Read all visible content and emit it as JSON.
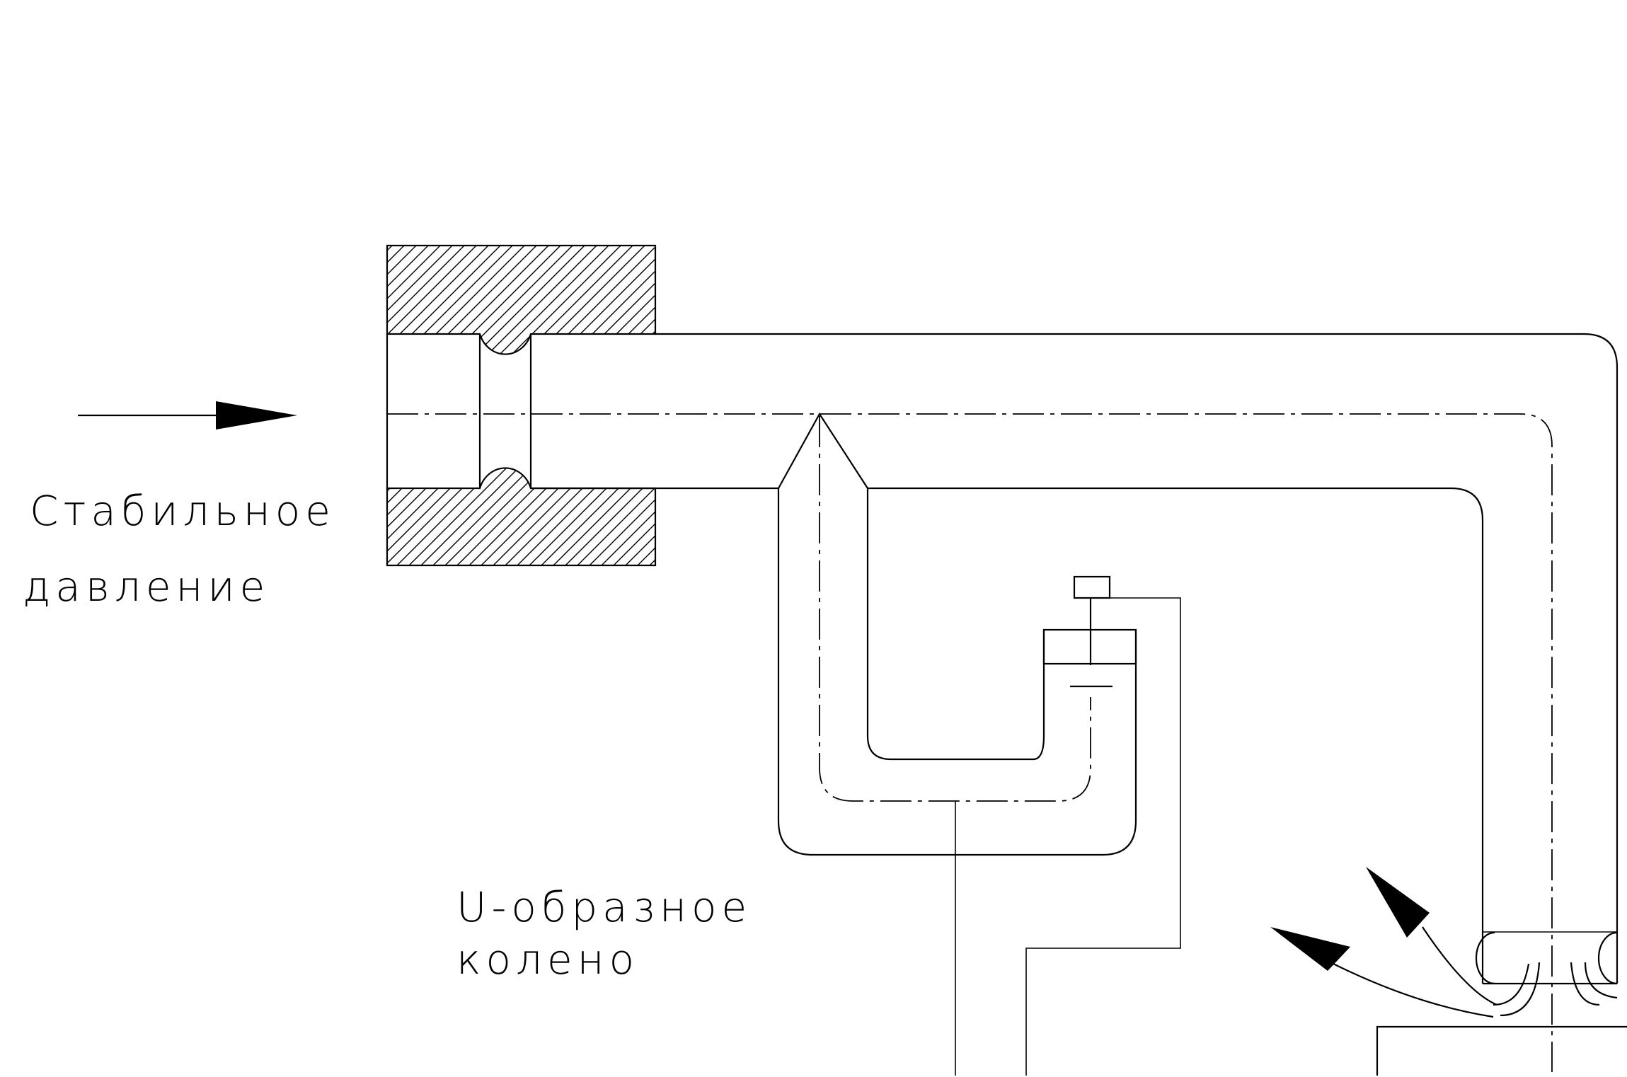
{
  "labels": {
    "stable_pressure_line1": "Стабильное",
    "stable_pressure_line2": "давление",
    "u_bend_line1": "U-образное",
    "u_bend_line2": "колено"
  },
  "colors": {
    "line": "#000000",
    "background": "#ffffff"
  }
}
